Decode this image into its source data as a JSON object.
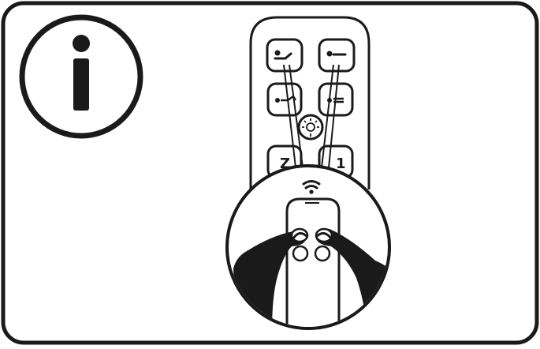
{
  "info_icon": {
    "glyph": "i"
  },
  "remote": {
    "button_labels": {
      "left_bottom": "Z",
      "right_bottom": "1"
    }
  },
  "colors": {
    "ink": "#1a1a1a",
    "background": "#ffffff"
  }
}
